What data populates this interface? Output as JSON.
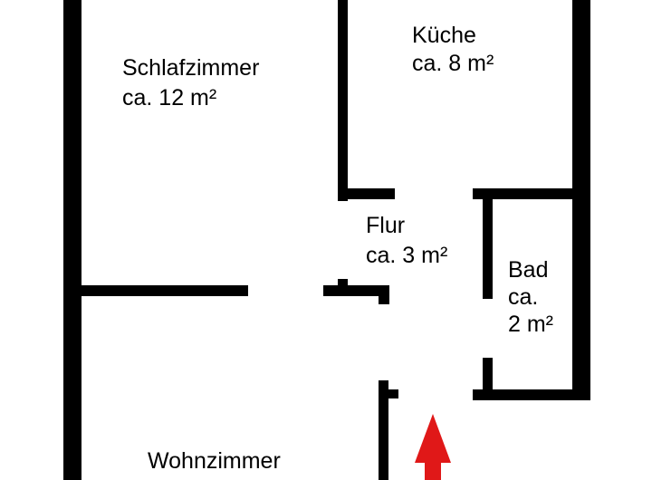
{
  "plan": {
    "wall_color": "#000000",
    "background_color": "#ffffff",
    "arrow_color": "#e01818",
    "rooms": [
      {
        "id": "schlafzimmer",
        "lines": [
          "Schlafzimmer",
          "ca. 12 m²"
        ]
      },
      {
        "id": "kueche",
        "lines": [
          "Küche",
          "ca. 8 m²"
        ]
      },
      {
        "id": "flur",
        "lines": [
          "Flur",
          "ca. 3 m²"
        ]
      },
      {
        "id": "bad",
        "lines": [
          "Bad",
          "ca.",
          "2 m²"
        ]
      },
      {
        "id": "wohnzimmer",
        "lines": [
          "Wohnzimmer"
        ]
      }
    ],
    "entrance_icon": "entrance-arrow-icon"
  }
}
